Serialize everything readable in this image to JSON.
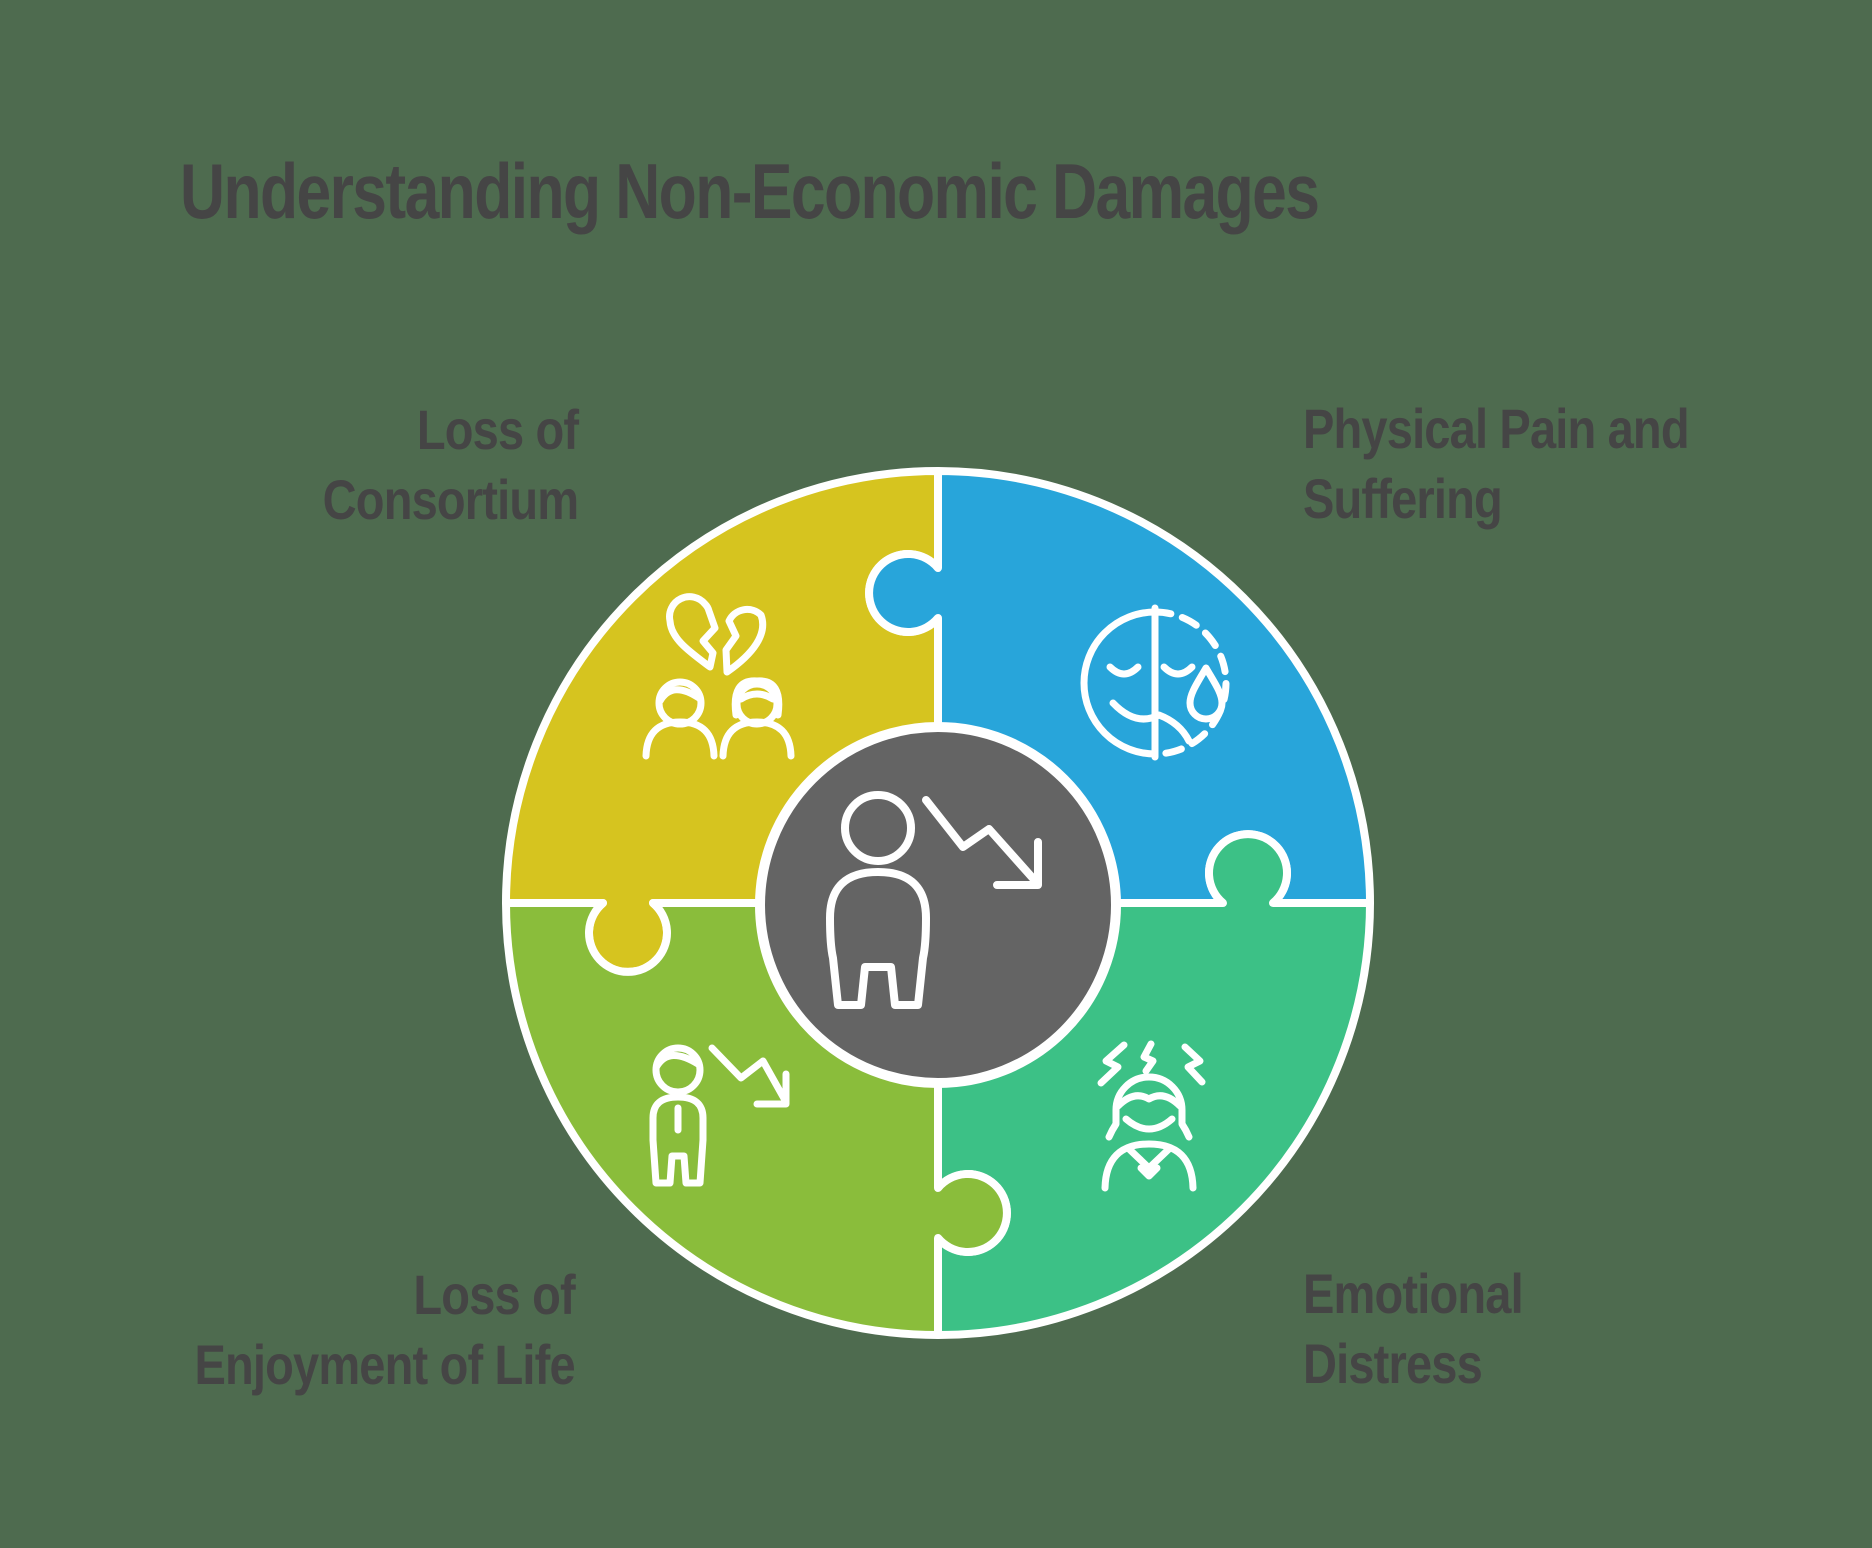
{
  "title": "Understanding Non-Economic Damages",
  "diagram": {
    "type": "circular-puzzle-4-segments",
    "center_icon": "person-with-declining-arrow",
    "center_color": "#646464",
    "background_color": "#4e6b4f",
    "outline_color": "#ffffff",
    "text_color": "#454545",
    "segments": [
      {
        "id": "consortium",
        "label": "Loss of Consortium",
        "position": "top-left",
        "color": "#d6c41f",
        "icon": "broken-heart-couple"
      },
      {
        "id": "physical",
        "label": "Physical Pain and Suffering",
        "position": "top-right",
        "color": "#28a5da",
        "icon": "half-sad-face-with-tear"
      },
      {
        "id": "emotional",
        "label": "Emotional Distress",
        "position": "bottom-right",
        "color": "#3cc186",
        "icon": "stressed-person"
      },
      {
        "id": "enjoyment",
        "label": "Loss of Enjoyment of Life",
        "position": "bottom-left",
        "color": "#8abd3b",
        "icon": "person-with-declining-arrow"
      }
    ]
  },
  "labels": {
    "consortium": {
      "line1": "Loss of",
      "line2": "Consortium"
    },
    "physical": {
      "line1": "Physical Pain and",
      "line2": "Suffering"
    },
    "enjoyment": {
      "line1": "Loss of",
      "line2": "Enjoyment of Life"
    },
    "emotional": {
      "line1": "Emotional",
      "line2": "Distress"
    }
  }
}
